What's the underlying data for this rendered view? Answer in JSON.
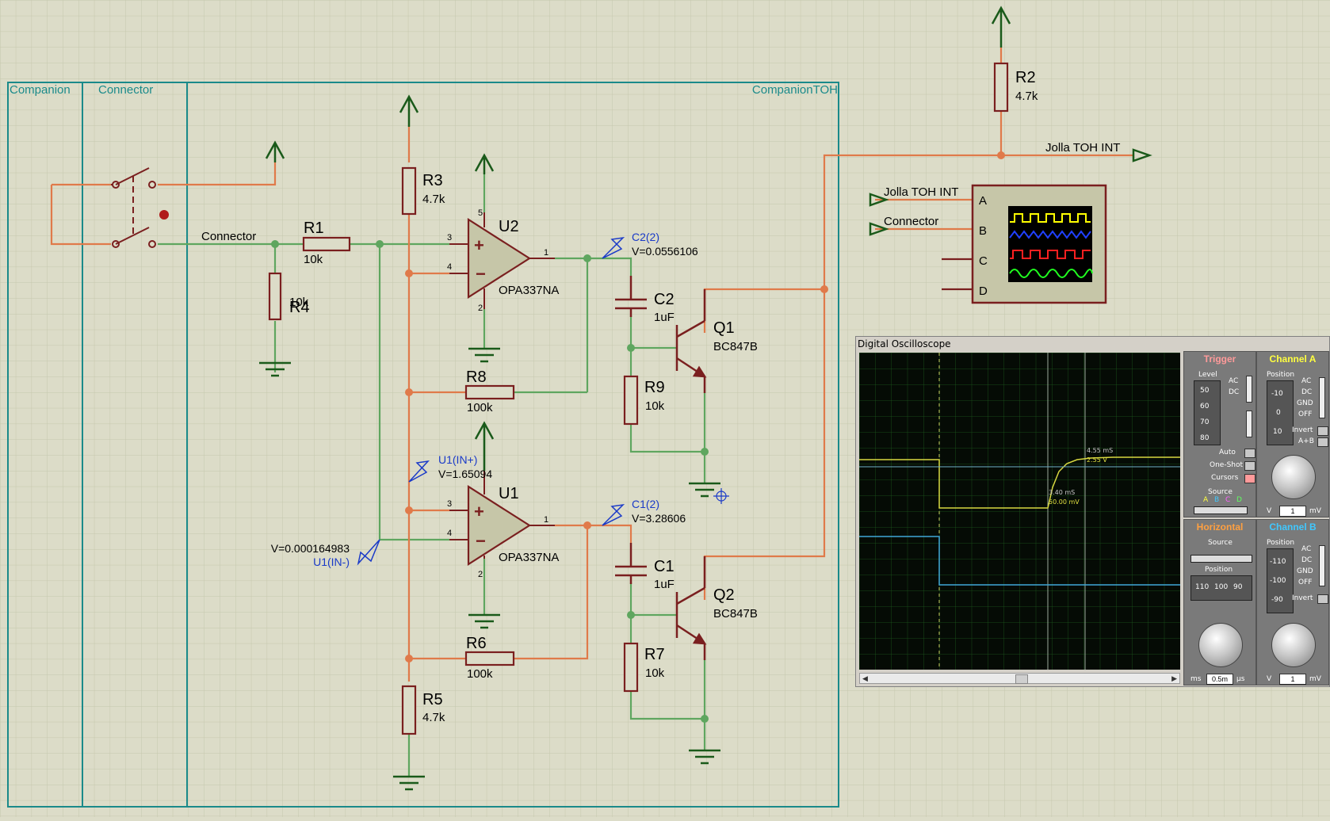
{
  "sheet": {
    "frames": [
      "Companion",
      "Connector",
      "CompanionTOH"
    ],
    "net_labels": {
      "connector": "Connector",
      "jolla_out": "Jolla TOH INT",
      "jolla_in": "Jolla TOH INT",
      "connector_in": "Connector"
    },
    "components": {
      "R1": {
        "name": "R1",
        "value": "10k"
      },
      "R2": {
        "name": "R2",
        "value": "4.7k"
      },
      "R3": {
        "name": "R3",
        "value": "4.7k"
      },
      "R4": {
        "name": "R4",
        "value": "10k"
      },
      "R5": {
        "name": "R5",
        "value": "4.7k"
      },
      "R6": {
        "name": "R6",
        "value": "100k"
      },
      "R7": {
        "name": "R7",
        "value": "10k"
      },
      "R8": {
        "name": "R8",
        "value": "100k"
      },
      "R9": {
        "name": "R9",
        "value": "10k"
      },
      "C1": {
        "name": "C1",
        "value": "1uF"
      },
      "C2": {
        "name": "C2",
        "value": "1uF"
      },
      "U1": {
        "name": "U1",
        "value": "OPA337NA"
      },
      "U2": {
        "name": "U2",
        "value": "OPA337NA"
      },
      "Q1": {
        "name": "Q1",
        "value": "BC847B"
      },
      "Q2": {
        "name": "Q2",
        "value": "BC847B"
      }
    },
    "pins": {
      "p3": "3",
      "p4": "4",
      "p5": "5",
      "p2": "2",
      "p1": "1"
    },
    "probes": {
      "c2": {
        "name": "C2(2)",
        "value": "V=0.0556106"
      },
      "c1": {
        "name": "C1(2)",
        "value": "V=3.28606"
      },
      "u1_plus": {
        "name": "U1(IN+)",
        "value": "V=1.65094"
      },
      "u1_minus": {
        "name": "U1(IN-)",
        "value": "V=0.000164983"
      }
    },
    "scope_channels": [
      "A",
      "B",
      "C",
      "D"
    ]
  },
  "oscilloscope": {
    "title": "Digital Oscilloscope",
    "cursor_a": {
      "time": "3.40 mS",
      "value": "50.00 mV"
    },
    "cursor_b": {
      "time": "4.55 mS",
      "value": "2.55 V"
    },
    "trigger": {
      "title": "Trigger",
      "level_label": "Level",
      "level_ticks": [
        "50",
        "60",
        "70",
        "80"
      ],
      "coupling": [
        "AC",
        "DC"
      ],
      "modes": [
        "Auto",
        "One-Shot",
        "Cursors"
      ],
      "source_label": "Source",
      "sources": [
        "A",
        "B",
        "C",
        "D"
      ]
    },
    "channel_a": {
      "title": "Channel A",
      "position_label": "Position",
      "position_ticks": [
        "-10",
        "0",
        "10"
      ],
      "coupling": [
        "AC",
        "DC",
        "GND",
        "OFF"
      ],
      "invert": "Invert",
      "aplusb": "A+B",
      "scale": "1",
      "unit_left": "V",
      "unit_right": "mV"
    },
    "channel_b": {
      "title": "Channel B",
      "position_label": "Position",
      "position_ticks": [
        "-110",
        "-100",
        "-90"
      ],
      "coupling": [
        "AC",
        "DC",
        "GND",
        "OFF"
      ],
      "invert": "Invert",
      "scale": "1",
      "unit_left": "V",
      "unit_right": "mV"
    },
    "horizontal": {
      "title": "Horizontal",
      "source_label": "Source",
      "position_label": "Position",
      "position_ticks": [
        "110",
        "100",
        "90"
      ],
      "scale": "0.5m",
      "unit_left": "ms",
      "unit_right": "µs"
    },
    "colors": {
      "trigger": "#ff9a9a",
      "channel_a": "#ffff40",
      "channel_b": "#40c8ff",
      "horizontal": "#ffa040"
    }
  }
}
